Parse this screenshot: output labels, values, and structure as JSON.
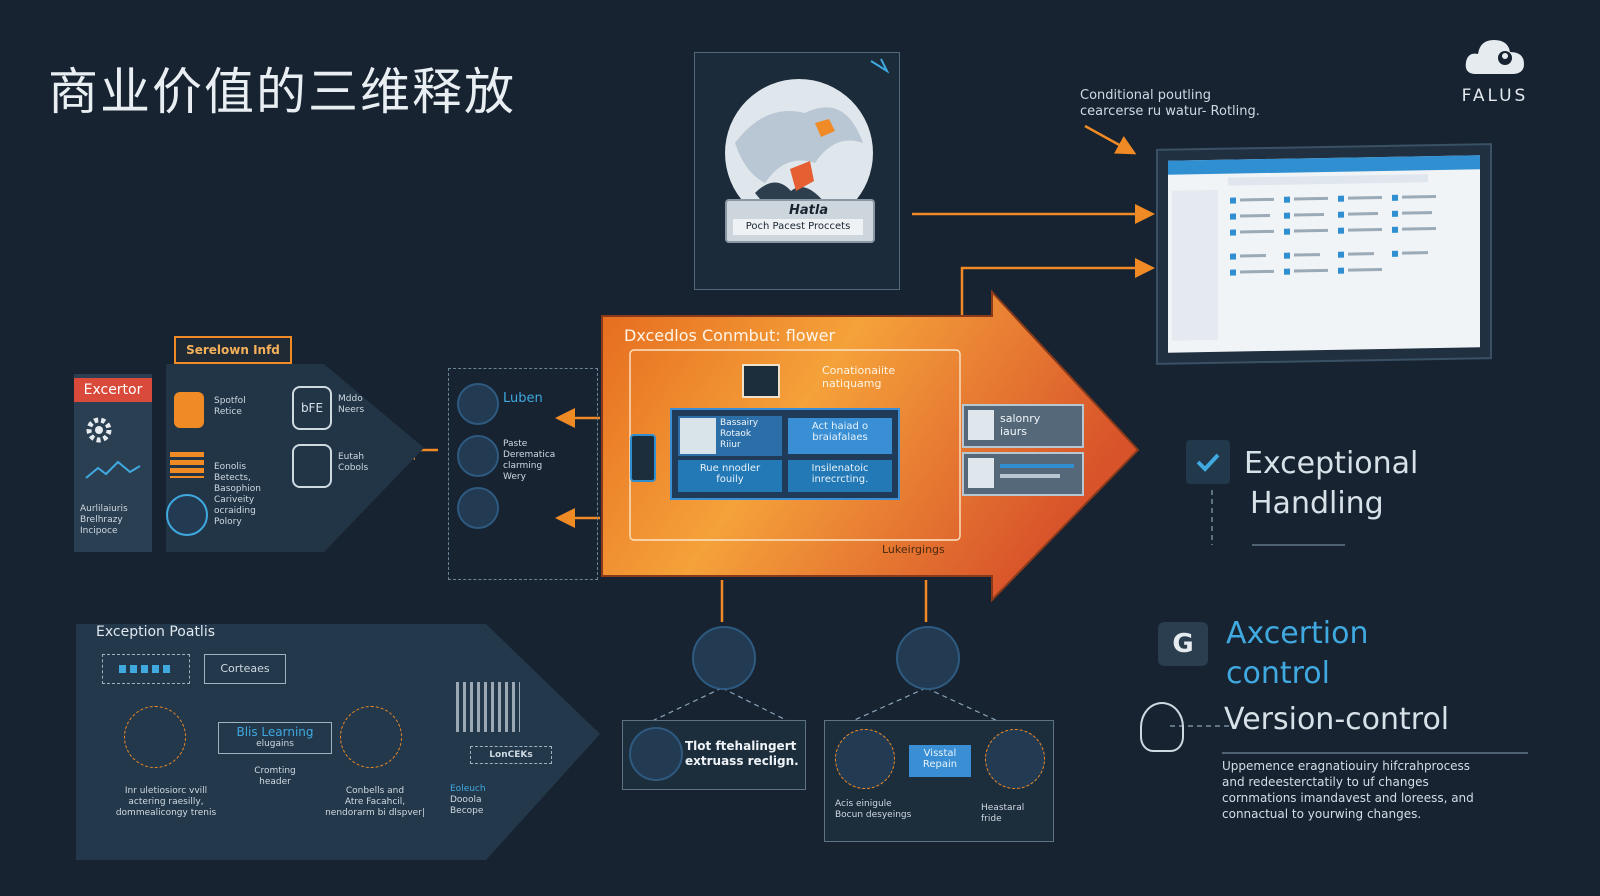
{
  "title": "商业价值的三维释放",
  "brand": {
    "name": "FALUS"
  },
  "top_note": {
    "line1": "Conditional poutling",
    "line2": "cearcerse ru watur- Rotling."
  },
  "process_card": {
    "badge": "Hatla",
    "caption": "Poch Pacest Proccets"
  },
  "big_arrow": {
    "title": "Dxcedlos Conmbut: flower",
    "note1": "Conationaiite",
    "note2": "natiquamg",
    "chips": [
      "Act haiad o",
      "braiafalaes",
      "Insilenatoic",
      "inrecrcting.",
      "Rue nnodler",
      "fouily",
      "Bassairy",
      "Rotaok",
      "Riiur"
    ],
    "bottom": "Lukeirgings",
    "side_tag1": "salonry",
    "side_tag2": "iaurs"
  },
  "left_block": {
    "header_tag": "Serelown Infd",
    "red_tab": "Excertor",
    "left_caption": [
      "Aurlilaiuris",
      "Brelhrazy",
      "Incipoce"
    ],
    "items": [
      "Spotfol",
      "Retice",
      "Eonolis",
      "Betects,",
      "Basophion",
      "Cariveity",
      "ocraiding",
      "Polory"
    ],
    "right_items": [
      "Mddo",
      "Neers",
      "Eutah",
      "Cobols"
    ],
    "hex_label": "bFE"
  },
  "mid_panel": {
    "label1": "Luben",
    "label2": [
      "Paste",
      "Derematica",
      "clarming",
      "Wery"
    ]
  },
  "exception_paths": {
    "title": "Exception Poatlis",
    "box1": "Corteaes",
    "learning": "Blis Learning",
    "learning_sub": "elugains",
    "captions": [
      [
        "Inr uletiosiorc vvill",
        "actering raesilly,",
        "dommealicongy trenis"
      ],
      [
        "Cromting",
        "header"
      ],
      [
        "Conbells and",
        "Atre Facahcil,",
        "nendorarm bi dlspver|"
      ]
    ],
    "lancek": "LonCEKs",
    "side_blue": [
      "Eoleuch",
      "Dooola",
      "Becope"
    ]
  },
  "bottom_boxes": {
    "left_text": [
      "Tlot ftehalingert",
      "extruass reclign."
    ],
    "visual_btn": [
      "Visstal",
      "Repain"
    ],
    "caption1": [
      "Acis einigule",
      "Bocun desyeings"
    ],
    "caption2": [
      "Heastaral",
      "fride"
    ]
  },
  "right_labels": {
    "exceptional": [
      "Exceptional",
      "Handling"
    ],
    "axcertion": [
      "Axcertion",
      "control"
    ],
    "version": "Version-control",
    "paragraph": [
      "Uppemence eragnatiouiry hifcrahprocess",
      "and redeesterctatily to uf changes",
      "cornmations imandavest and loreess, and",
      "connactual to yourwing changes."
    ]
  },
  "colors": {
    "background": "#172331",
    "orange": "#f08a24",
    "accent_blue": "#3fa9e0",
    "red_tab": "#d94a3a"
  }
}
